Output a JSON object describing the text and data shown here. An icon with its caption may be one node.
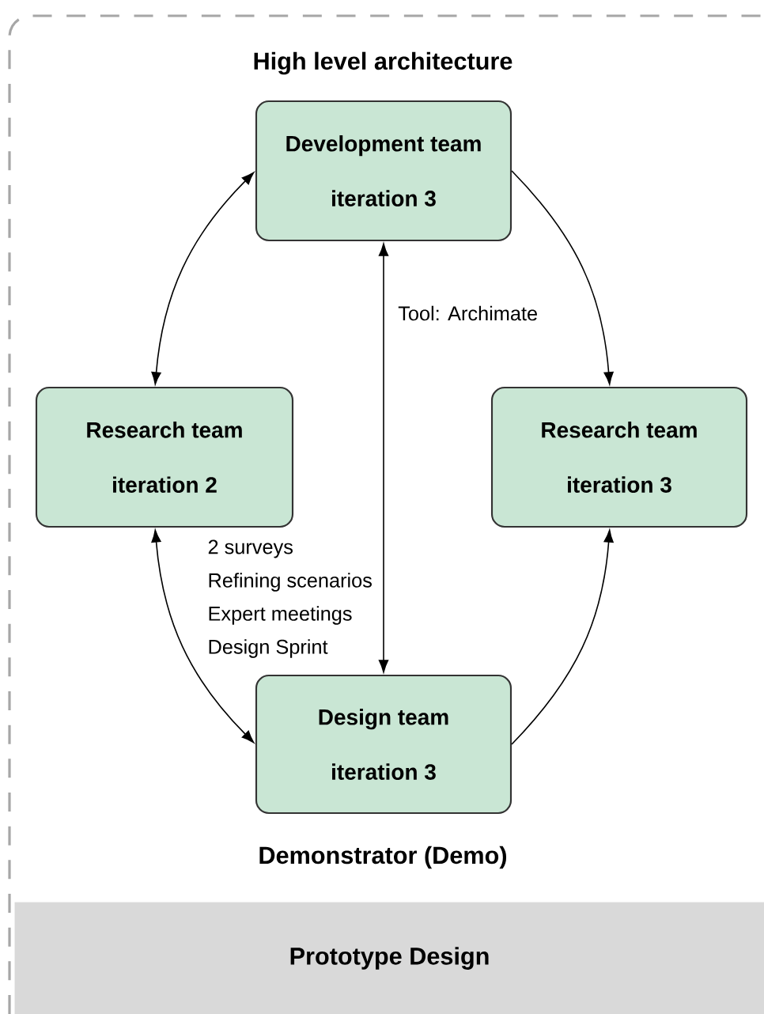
{
  "diagram": {
    "title": "High level architecture",
    "nodes": [
      {
        "text": [
          "Demonstrator (Demo)"
        ]
      },
      {
        "text": [
          "Prototype Design"
        ],
        "in": 0
      },
      {
        "text": [
          "Development team",
          "iteration 3"
        ],
        "in": 0
      },
      {
        "text": [
          "Research team",
          "iteration 2"
        ],
        "in": 0
      },
      {
        "text": [
          "Research team",
          "iteration 3"
        ],
        "in": 0
      },
      {
        "text": [
          "Design team",
          "iteration 3"
        ],
        "in": 0
      }
    ],
    "edges": [
      {
        "from": 2,
        "to": 3,
        "arrow": "both"
      },
      {
        "from": 2,
        "to": 4,
        "arrow": "to"
      },
      {
        "from": 5,
        "to": 2,
        "arrow": "both",
        "label": "Tool: Archimate"
      },
      {
        "from": 3,
        "to": 5,
        "arrow": "both"
      },
      {
        "from": 5,
        "to": 4,
        "arrow": "to"
      }
    ],
    "labels": [
      "2 surveys",
      "Refining scenarios",
      "Expert meetings",
      "Design Sprint"
    ]
  }
}
